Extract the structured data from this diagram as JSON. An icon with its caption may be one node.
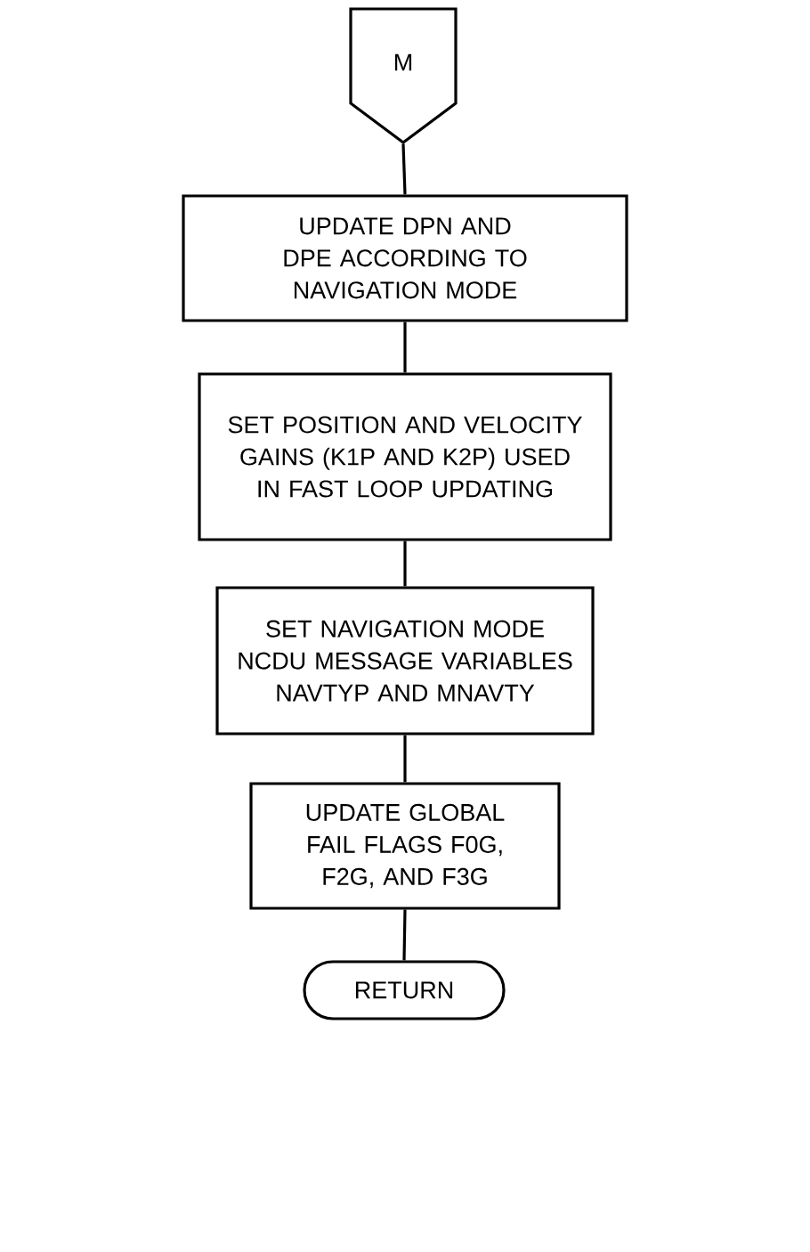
{
  "diagram": {
    "nodes": [
      {
        "text": [
          "M"
        ]
      },
      {
        "text": [
          "UPDATE DPN AND DPE ACCORDING TO NAVIGATION MODE"
        ]
      },
      {
        "text": [
          "SET POSITION AND VELOCITY GAINS (K1P AND K2P) USED IN FAST LOOP UPDATING"
        ]
      },
      {
        "text": [
          "SET NAVIGATION MODE NCDU MESSAGE VARIABLES NAVTYP AND MNAVTY"
        ]
      },
      {
        "text": [
          "UPDATE GLOBAL FAIL FLAGS F0G, F2G, AND F3G"
        ]
      },
      {
        "text": [
          "RETURN"
        ]
      }
    ],
    "edges": [
      {
        "from": 0,
        "to": 1,
        "arrow": "none"
      },
      {
        "from": 1,
        "to": 2,
        "arrow": "none"
      },
      {
        "from": 2,
        "to": 3,
        "arrow": "none"
      },
      {
        "from": 3,
        "to": 4,
        "arrow": "none"
      },
      {
        "from": 4,
        "to": 5,
        "arrow": "none"
      }
    ]
  }
}
